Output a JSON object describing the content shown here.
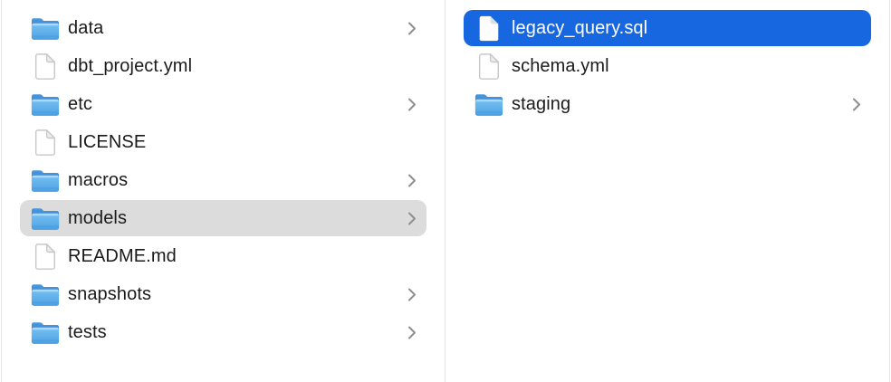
{
  "window": {
    "view": "finder-column-view"
  },
  "colors": {
    "selection_active_bg": "#1767e0",
    "selection_active_text": "#ffffff",
    "selection_inactive_bg": "#dcdcdc",
    "text": "#1b1b1d",
    "chevron": "#8f8f8f",
    "divider": "#e4e4e4",
    "background": "#ffffff",
    "folder_front_top": "#7ac2f1",
    "folder_front_bottom": "#4aa0e5",
    "folder_back": "#3e8fd9",
    "file_outline": "#c8c8c8"
  },
  "icons": {
    "folder": "folder-icon",
    "file": "file-icon",
    "chevron": "chevron-right-icon"
  },
  "columns": [
    {
      "name": "parent-column",
      "items": [
        {
          "label": "data",
          "kind": "folder",
          "chevron": true,
          "selected": "none"
        },
        {
          "label": "dbt_project.yml",
          "kind": "file",
          "chevron": false,
          "selected": "none"
        },
        {
          "label": "etc",
          "kind": "folder",
          "chevron": true,
          "selected": "none"
        },
        {
          "label": "LICENSE",
          "kind": "file",
          "chevron": false,
          "selected": "none"
        },
        {
          "label": "macros",
          "kind": "folder",
          "chevron": true,
          "selected": "none"
        },
        {
          "label": "models",
          "kind": "folder",
          "chevron": true,
          "selected": "inactive"
        },
        {
          "label": "README.md",
          "kind": "file",
          "chevron": false,
          "selected": "none"
        },
        {
          "label": "snapshots",
          "kind": "folder",
          "chevron": true,
          "selected": "none"
        },
        {
          "label": "tests",
          "kind": "folder",
          "chevron": true,
          "selected": "none"
        }
      ]
    },
    {
      "name": "child-column",
      "items": [
        {
          "label": "legacy_query.sql",
          "kind": "file",
          "chevron": false,
          "selected": "active"
        },
        {
          "label": "schema.yml",
          "kind": "file",
          "chevron": false,
          "selected": "none"
        },
        {
          "label": "staging",
          "kind": "folder",
          "chevron": true,
          "selected": "none"
        }
      ]
    }
  ]
}
